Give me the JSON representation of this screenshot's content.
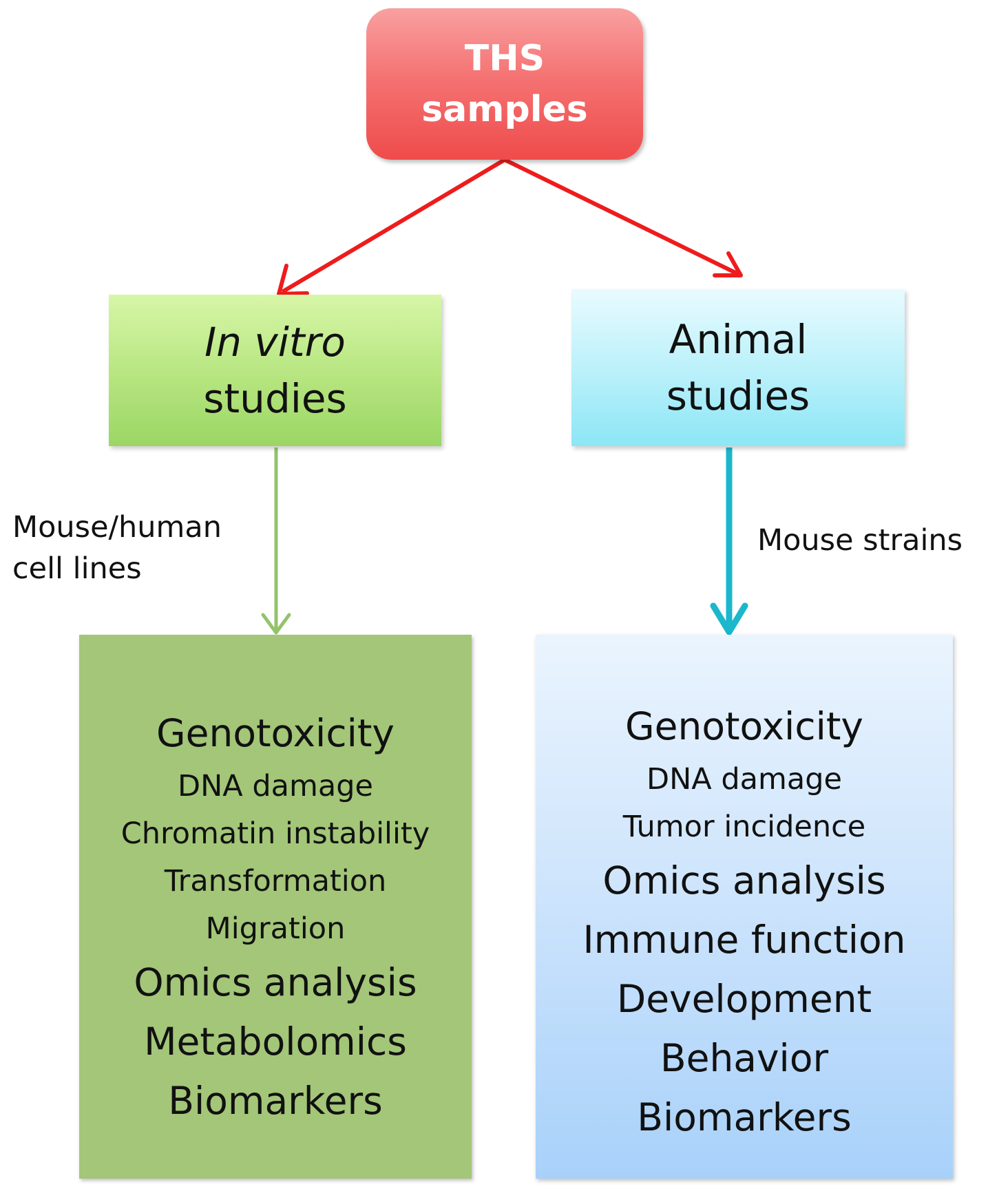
{
  "nodes": {
    "ths": {
      "line1": "THS",
      "line2": "samples"
    },
    "in_vitro": {
      "line1": "In vitro",
      "line2": "studies"
    },
    "animal": {
      "line1": "Animal",
      "line2": "studies"
    }
  },
  "edge_labels": {
    "in_vitro_models": [
      "Mouse/human",
      "cell lines"
    ],
    "animal_models": "Mouse strains"
  },
  "outcomes": {
    "in_vitro": [
      {
        "text": "Genotoxicity",
        "size": "large"
      },
      {
        "text": "DNA damage",
        "size": "small"
      },
      {
        "text": "Chromatin instability",
        "size": "small"
      },
      {
        "text": "Transformation",
        "size": "small"
      },
      {
        "text": "Migration",
        "size": "small"
      },
      {
        "text": "Omics analysis",
        "size": "large"
      },
      {
        "text": "Metabolomics",
        "size": "large"
      },
      {
        "text": "Biomarkers",
        "size": "large"
      }
    ],
    "animal": [
      {
        "text": "Genotoxicity",
        "size": "large"
      },
      {
        "text": "DNA damage",
        "size": "small"
      },
      {
        "text": "Tumor incidence",
        "size": "small"
      },
      {
        "text": "Omics analysis",
        "size": "large"
      },
      {
        "text": "Immune function",
        "size": "large"
      },
      {
        "text": "Development",
        "size": "large"
      },
      {
        "text": "Behavior",
        "size": "large"
      },
      {
        "text": "Biomarkers",
        "size": "large"
      }
    ]
  },
  "colors": {
    "ths_arrows": "#ee1c1c",
    "in_vitro_arrow": "#93c36b",
    "animal_arrow": "#1bb7cc"
  }
}
